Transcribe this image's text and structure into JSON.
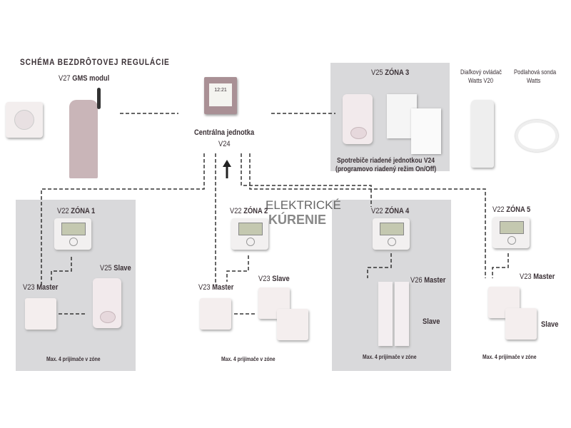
{
  "title": "SCHÉMA BEZDRÔTOVEJ REGULÁCIE",
  "gms": {
    "model": "V27",
    "name": "GMS modul"
  },
  "central": {
    "name": "Centrálna jednotka",
    "model": "V24",
    "clock": "12:21"
  },
  "zone3": {
    "model": "V25",
    "name": "ZÓNA 3",
    "caption1": "Spotrebiče riadené jednotkou V24",
    "caption2": "(programovo riadený režim On/Off)"
  },
  "remote": {
    "line1": "Diaľkový ovládač",
    "line2": "Watts V20"
  },
  "probe": {
    "line1": "Podlahová sonda",
    "line2": "Watts"
  },
  "watermark": {
    "line1": "ELEKTRICKÉ",
    "line2": "KÚRENIE"
  },
  "zones": [
    {
      "model": "V22",
      "name": "ZÓNA 1",
      "master_model": "V23",
      "master": "Master",
      "slave_model": "V25",
      "slave": "Slave",
      "note": "Max. 4 prijímače v zóne"
    },
    {
      "model": "V22",
      "name": "ZÓNA 2",
      "master_model": "V23",
      "master": "Master",
      "slave_model": "V23",
      "slave": "Slave",
      "note": "Max. 4 prijímače v zóne"
    },
    {
      "model": "V22",
      "name": "ZÓNA 4",
      "master_model": "V26",
      "master": "Master",
      "slave": "Slave",
      "note": "Max. 4 prijímače v zóne"
    },
    {
      "model": "V22",
      "name": "ZÓNA 5",
      "master_model": "V23",
      "master": "Master",
      "slave": "Slave",
      "note": "Max. 4 prijímače v zóne"
    }
  ]
}
